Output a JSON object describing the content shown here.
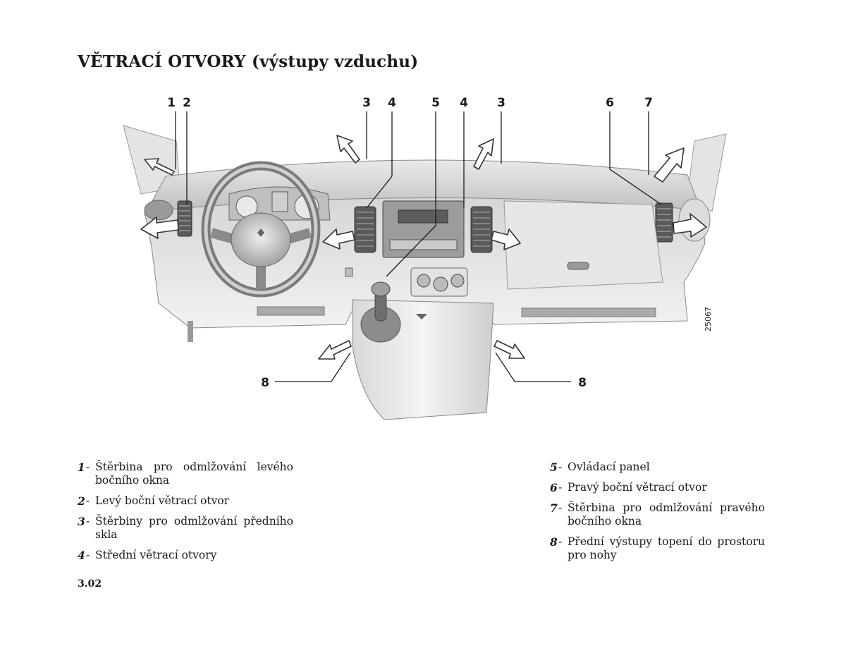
{
  "title": "VĚTRACÍ OTVORY (výstupy vzduchu)",
  "figure": {
    "code": "25067",
    "callouts": {
      "c1": "1",
      "c2": "2",
      "c3a": "3",
      "c4a": "4",
      "c5": "5",
      "c4b": "4",
      "c3b": "3",
      "c6": "6",
      "c7": "7",
      "c8a": "8",
      "c8b": "8"
    },
    "icons": [
      "airflow-arrow-icon",
      "steering-wheel-icon",
      "gear-lever-icon",
      "air-vent-icon"
    ]
  },
  "legend": {
    "left": [
      {
        "num": "1",
        "text": "Štěrbina pro odmlžování levého bočního okna"
      },
      {
        "num": "2",
        "text": "Levý boční větrací otvor"
      },
      {
        "num": "3",
        "text": "Štěrbiny pro odmlžování předního skla"
      },
      {
        "num": "4",
        "text": "Střední větrací otvory"
      }
    ],
    "right": [
      {
        "num": "5",
        "text": "Ovládací panel"
      },
      {
        "num": "6",
        "text": "Pravý boční větrací otvor"
      },
      {
        "num": "7",
        "text": "Štěrbina pro odmlžování pravého bočního okna"
      },
      {
        "num": "8",
        "text": "Přední výstupy topení do prostoru pro nohy"
      }
    ],
    "dash": "-"
  },
  "page_number": "3.02"
}
